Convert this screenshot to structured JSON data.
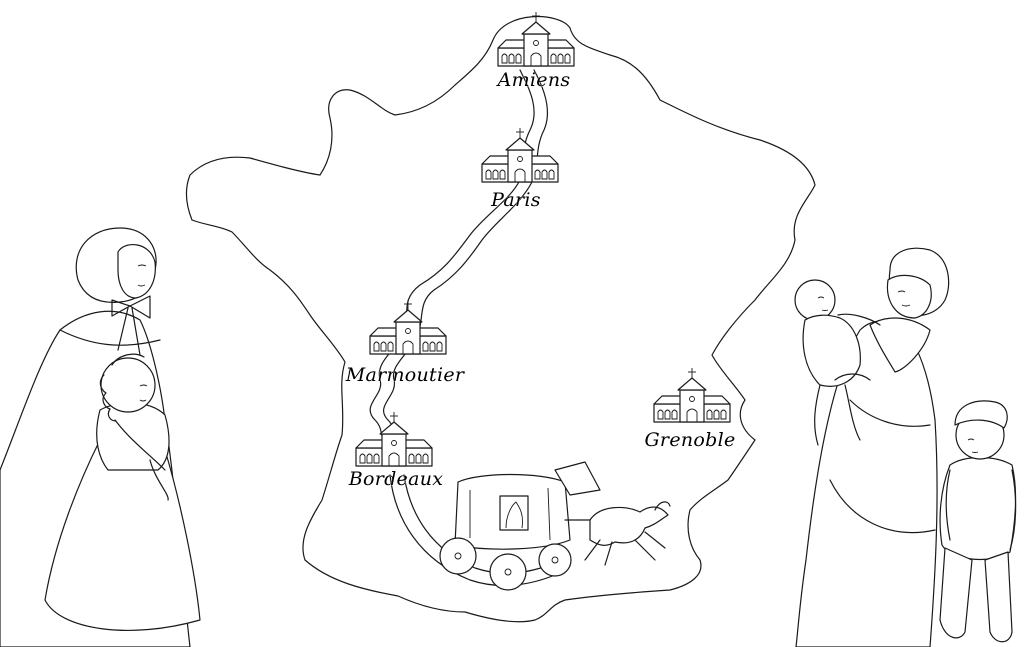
{
  "map": {
    "region": "France",
    "route_cities": [
      "Amiens",
      "Paris",
      "Marmoutier",
      "Bordeaux"
    ],
    "cities": [
      {
        "id": "amiens",
        "name": "Amiens"
      },
      {
        "id": "paris",
        "name": "Paris"
      },
      {
        "id": "marmoutier",
        "name": "Marmoutier"
      },
      {
        "id": "bordeaux",
        "name": "Bordeaux"
      },
      {
        "id": "grenoble",
        "name": "Grenoble"
      }
    ],
    "icons": {
      "city_marker": "church-icon",
      "vehicle": "horse-drawn-carriage-icon"
    },
    "colors": {
      "line": "#1a1a1a",
      "background": "#ffffff"
    }
  }
}
